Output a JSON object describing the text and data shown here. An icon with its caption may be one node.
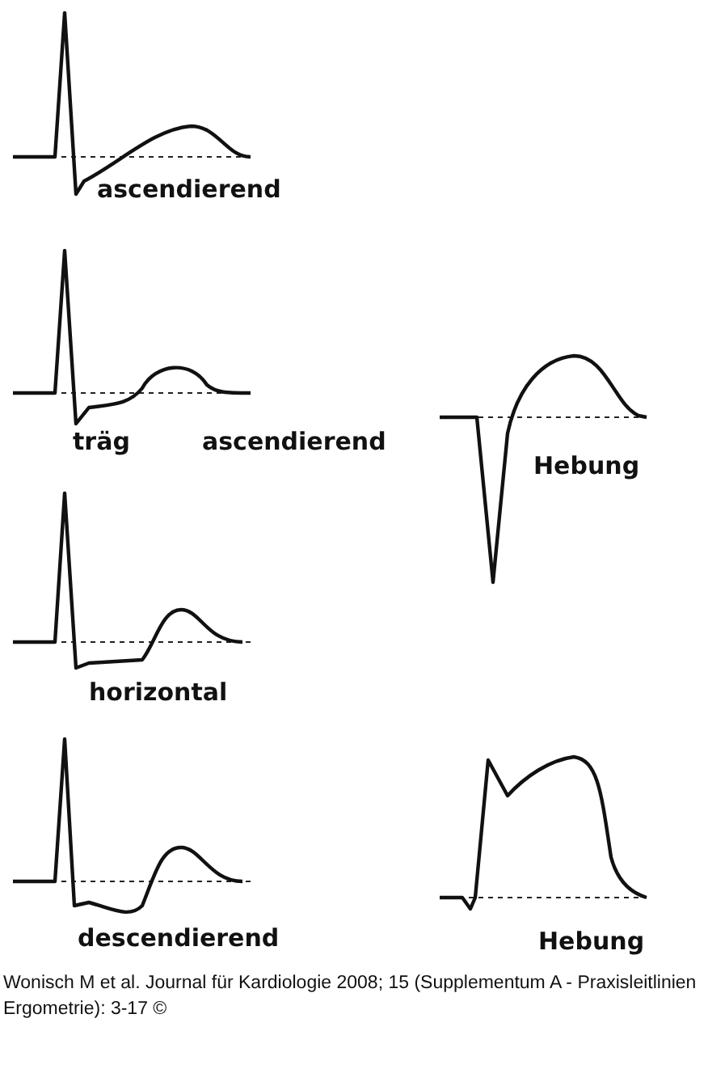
{
  "diagram": {
    "caption": "Wonisch M et al. Journal für Kardiologie 2008; 15 (Supplementum A - Praxisleitlinien Ergometrie): 3-17 ©",
    "labels": [
      "ascendierend",
      "träg",
      "ascendierend",
      "Hebung",
      "horizontal",
      "descendierend",
      "Hebung"
    ]
  }
}
